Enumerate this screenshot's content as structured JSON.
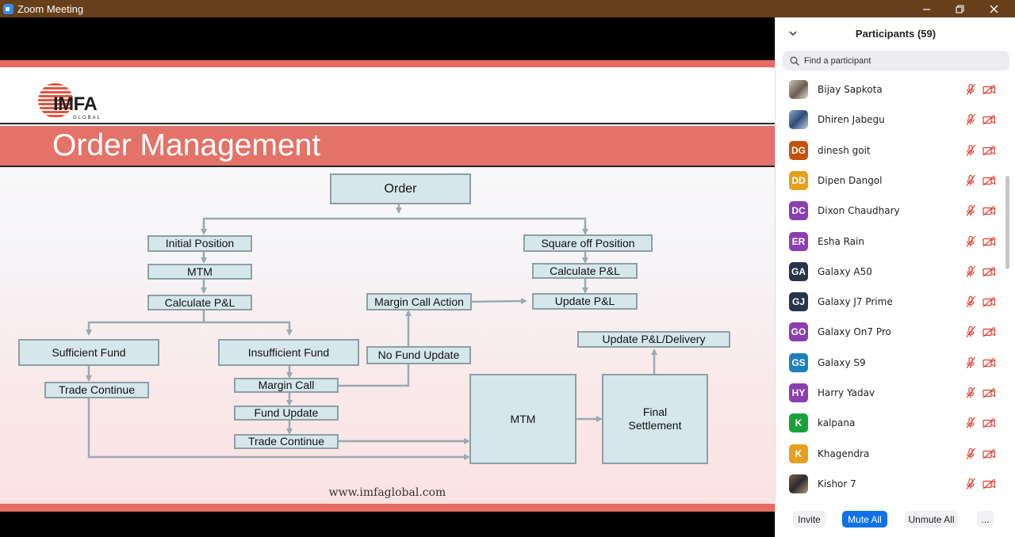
{
  "window": {
    "title": "Zoom Meeting",
    "controls": [
      "minimize-icon",
      "restore-icon",
      "close-icon"
    ]
  },
  "slide": {
    "logo_text": "IMFA",
    "logo_sub": "GLOBAL",
    "title": "Order Management",
    "footer_url": "www.imfaglobal.com",
    "flowchart": {
      "order": "Order",
      "initial_position": "Initial Position",
      "mtm_left": "MTM",
      "calc_pl_left": "Calculate P&L",
      "sufficient_fund": "Sufficient Fund",
      "insufficient_fund": "Insufficient Fund",
      "trade_continue_left": "Trade Continue",
      "margin_call": "Margin Call",
      "fund_update": "Fund Update",
      "trade_continue_mid": "Trade Continue",
      "no_fund_update": "No Fund Update",
      "margin_call_action": "Margin Call Action",
      "square_off": "Square off  Position",
      "calc_pl_right": "Calculate P&L",
      "update_pl": "Update P&L",
      "update_pl_delivery": "Update P&L/Delivery",
      "mtm_big": "MTM",
      "final_settlement_1": "Final",
      "final_settlement_2": "Settlement"
    }
  },
  "participants": {
    "title": "Participants (59)",
    "search_placeholder": "Find a participant",
    "list": [
      {
        "name": "Bijay Sapkota",
        "initials": "",
        "avatar": "photo",
        "color": ""
      },
      {
        "name": "Dhiren Jabegu",
        "initials": "",
        "avatar": "photo",
        "color": ""
      },
      {
        "name": "dinesh goit",
        "initials": "DG",
        "avatar": "initials",
        "color": "#c5520b"
      },
      {
        "name": "Dipen Dangol",
        "initials": "DD",
        "avatar": "initials",
        "color": "#e6a01f"
      },
      {
        "name": "Dixon Chaudhary",
        "initials": "DC",
        "avatar": "initials",
        "color": "#8a3fb0"
      },
      {
        "name": "Esha Rain",
        "initials": "ER",
        "avatar": "initials",
        "color": "#8a3fb0"
      },
      {
        "name": "Galaxy A50",
        "initials": "GA",
        "avatar": "initials",
        "color": "#27344a"
      },
      {
        "name": "Galaxy J7 Prime",
        "initials": "GJ",
        "avatar": "initials",
        "color": "#27344a"
      },
      {
        "name": "Galaxy On7 Pro",
        "initials": "GO",
        "avatar": "initials",
        "color": "#8a3fb0"
      },
      {
        "name": "Galaxy S9",
        "initials": "GS",
        "avatar": "initials",
        "color": "#1f7fbf"
      },
      {
        "name": "Harry Yadav",
        "initials": "HY",
        "avatar": "initials",
        "color": "#8a3fb0"
      },
      {
        "name": "kalpana",
        "initials": "K",
        "avatar": "initials",
        "color": "#19a23a"
      },
      {
        "name": "Khagendra",
        "initials": "K",
        "avatar": "initials",
        "color": "#e6a01f"
      },
      {
        "name": "Kishor 7",
        "initials": "",
        "avatar": "photo",
        "color": ""
      }
    ],
    "status_color": "#e0412f",
    "buttons": {
      "invite": "Invite",
      "mute_all": "Mute All",
      "unmute_all": "Unmute All",
      "more": "..."
    }
  }
}
